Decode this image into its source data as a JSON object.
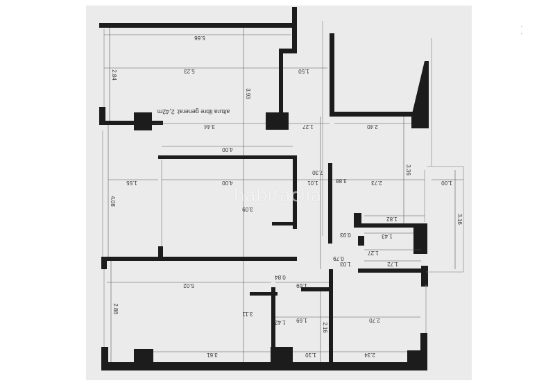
{
  "plan": {
    "note": "altura libre general: 2,42m",
    "watermark": "habitaclia",
    "dimensions": [
      "5.66",
      "5.23",
      "2.84",
      "1.50",
      "3.93",
      "3.44",
      "1.27",
      "2.40",
      "4.00",
      "4.00",
      "1.55",
      "1.01",
      "7.30",
      "3.88",
      "2.73",
      "3.36",
      "1.00",
      "4.08",
      "3.09",
      "1.82",
      "0.93",
      "1.43",
      "3.16",
      "1.27",
      "0.79",
      "1.03",
      "1.72",
      "0.84",
      "5.02",
      "1.69",
      "2.88",
      "3.11",
      "1.69",
      "1.42",
      "2.16",
      "2.70",
      "3.61",
      "1.10",
      "2.34"
    ]
  },
  "colors": {
    "wall": "#1c1c1c",
    "sheet": "#ebebeb",
    "dimension": "#555555"
  },
  "marks": [
    "'",
    "'"
  ]
}
